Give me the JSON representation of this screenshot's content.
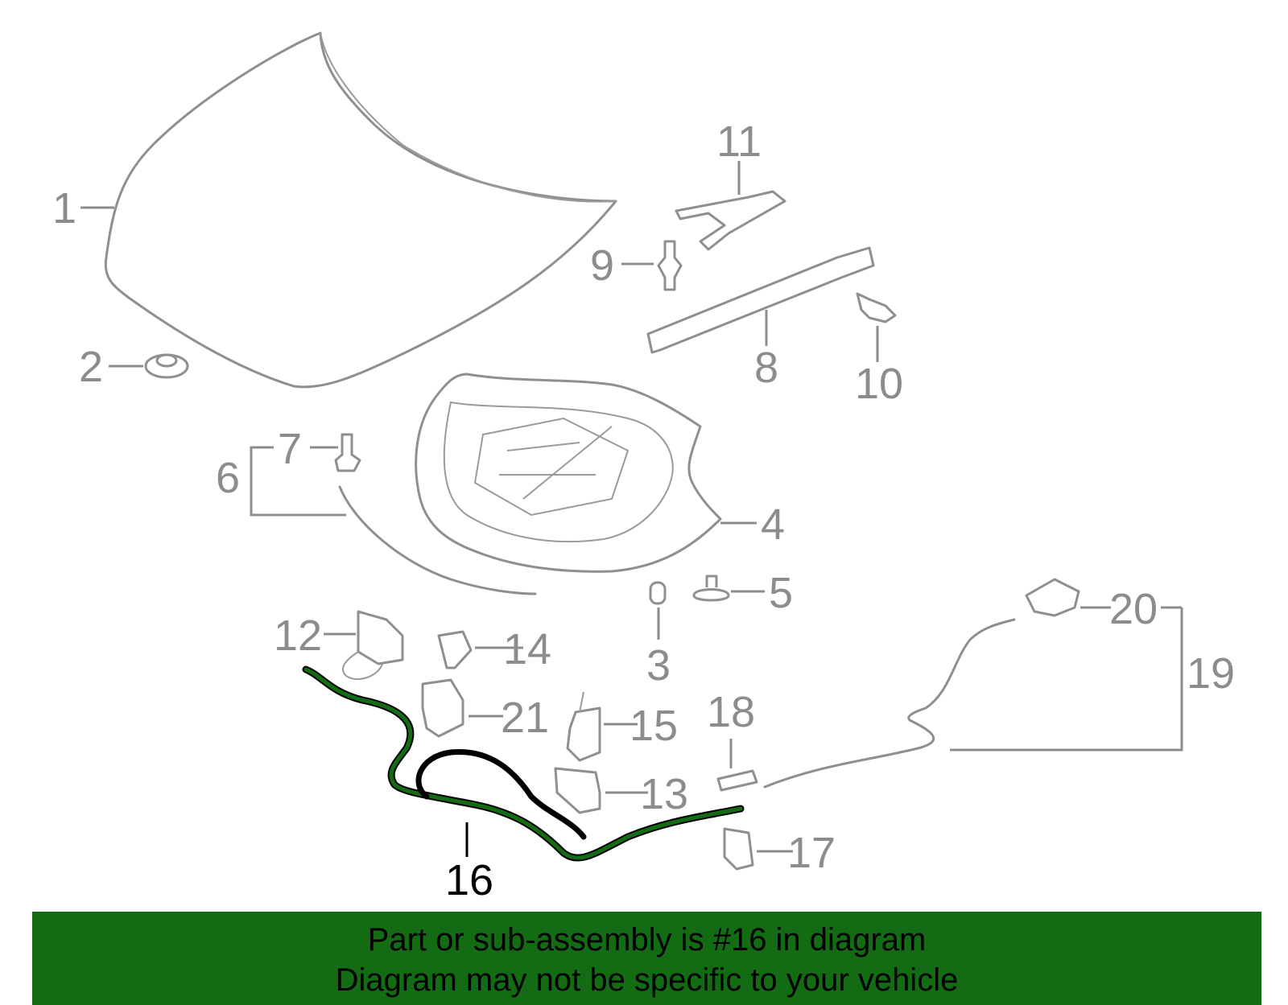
{
  "diagram": {
    "highlight_color": "#136c13",
    "callouts": [
      {
        "label": "1"
      },
      {
        "label": "2"
      },
      {
        "label": "3"
      },
      {
        "label": "4"
      },
      {
        "label": "5"
      },
      {
        "label": "6"
      },
      {
        "label": "7"
      },
      {
        "label": "8"
      },
      {
        "label": "9"
      },
      {
        "label": "10"
      },
      {
        "label": "11"
      },
      {
        "label": "12"
      },
      {
        "label": "13"
      },
      {
        "label": "14"
      },
      {
        "label": "15"
      },
      {
        "label": "16"
      },
      {
        "label": "17"
      },
      {
        "label": "18"
      },
      {
        "label": "19"
      },
      {
        "label": "20"
      },
      {
        "label": "21"
      }
    ]
  },
  "banner": {
    "background": "#136c13",
    "line1": "Part or sub-assembly is #16 in diagram",
    "line2": "Diagram may not be specific to your vehicle"
  }
}
